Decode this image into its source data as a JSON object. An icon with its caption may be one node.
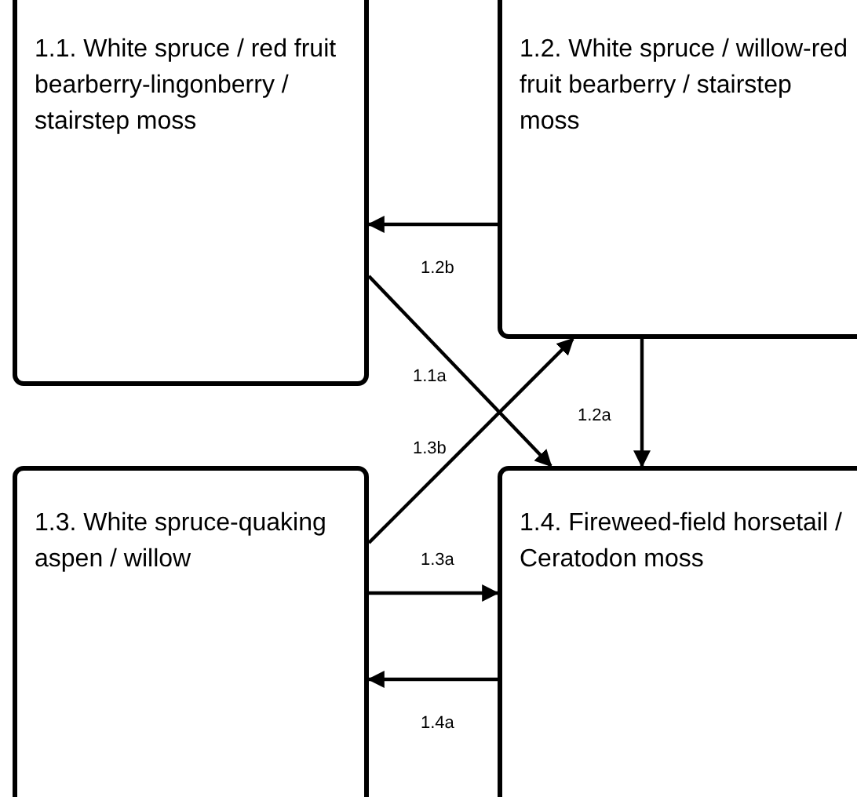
{
  "diagram": {
    "nodes": [
      {
        "text": [
          "1.1. White spruce / red fruit bearberry-lingonberry / stairstep moss"
        ]
      },
      {
        "text": [
          "1.2. White spruce / willow-red fruit bearberry / stairstep moss"
        ]
      },
      {
        "text": [
          "1.3. White spruce-quaking aspen / willow"
        ]
      },
      {
        "text": [
          "1.4. Fireweed-field horsetail / Ceratodon moss"
        ]
      }
    ],
    "edges": [
      {
        "from": 1,
        "to": 0,
        "arrow": "to",
        "label": "1.2b"
      },
      {
        "from": 0,
        "to": 3,
        "arrow": "to",
        "label": "1.1a"
      },
      {
        "from": 2,
        "to": 1,
        "arrow": "to",
        "label": "1.3b"
      },
      {
        "from": 1,
        "to": 3,
        "arrow": "to",
        "label": "1.2a"
      },
      {
        "from": 2,
        "to": 3,
        "arrow": "to",
        "label": "1.3a"
      },
      {
        "from": 3,
        "to": 2,
        "arrow": "to",
        "label": "1.4a"
      }
    ]
  }
}
